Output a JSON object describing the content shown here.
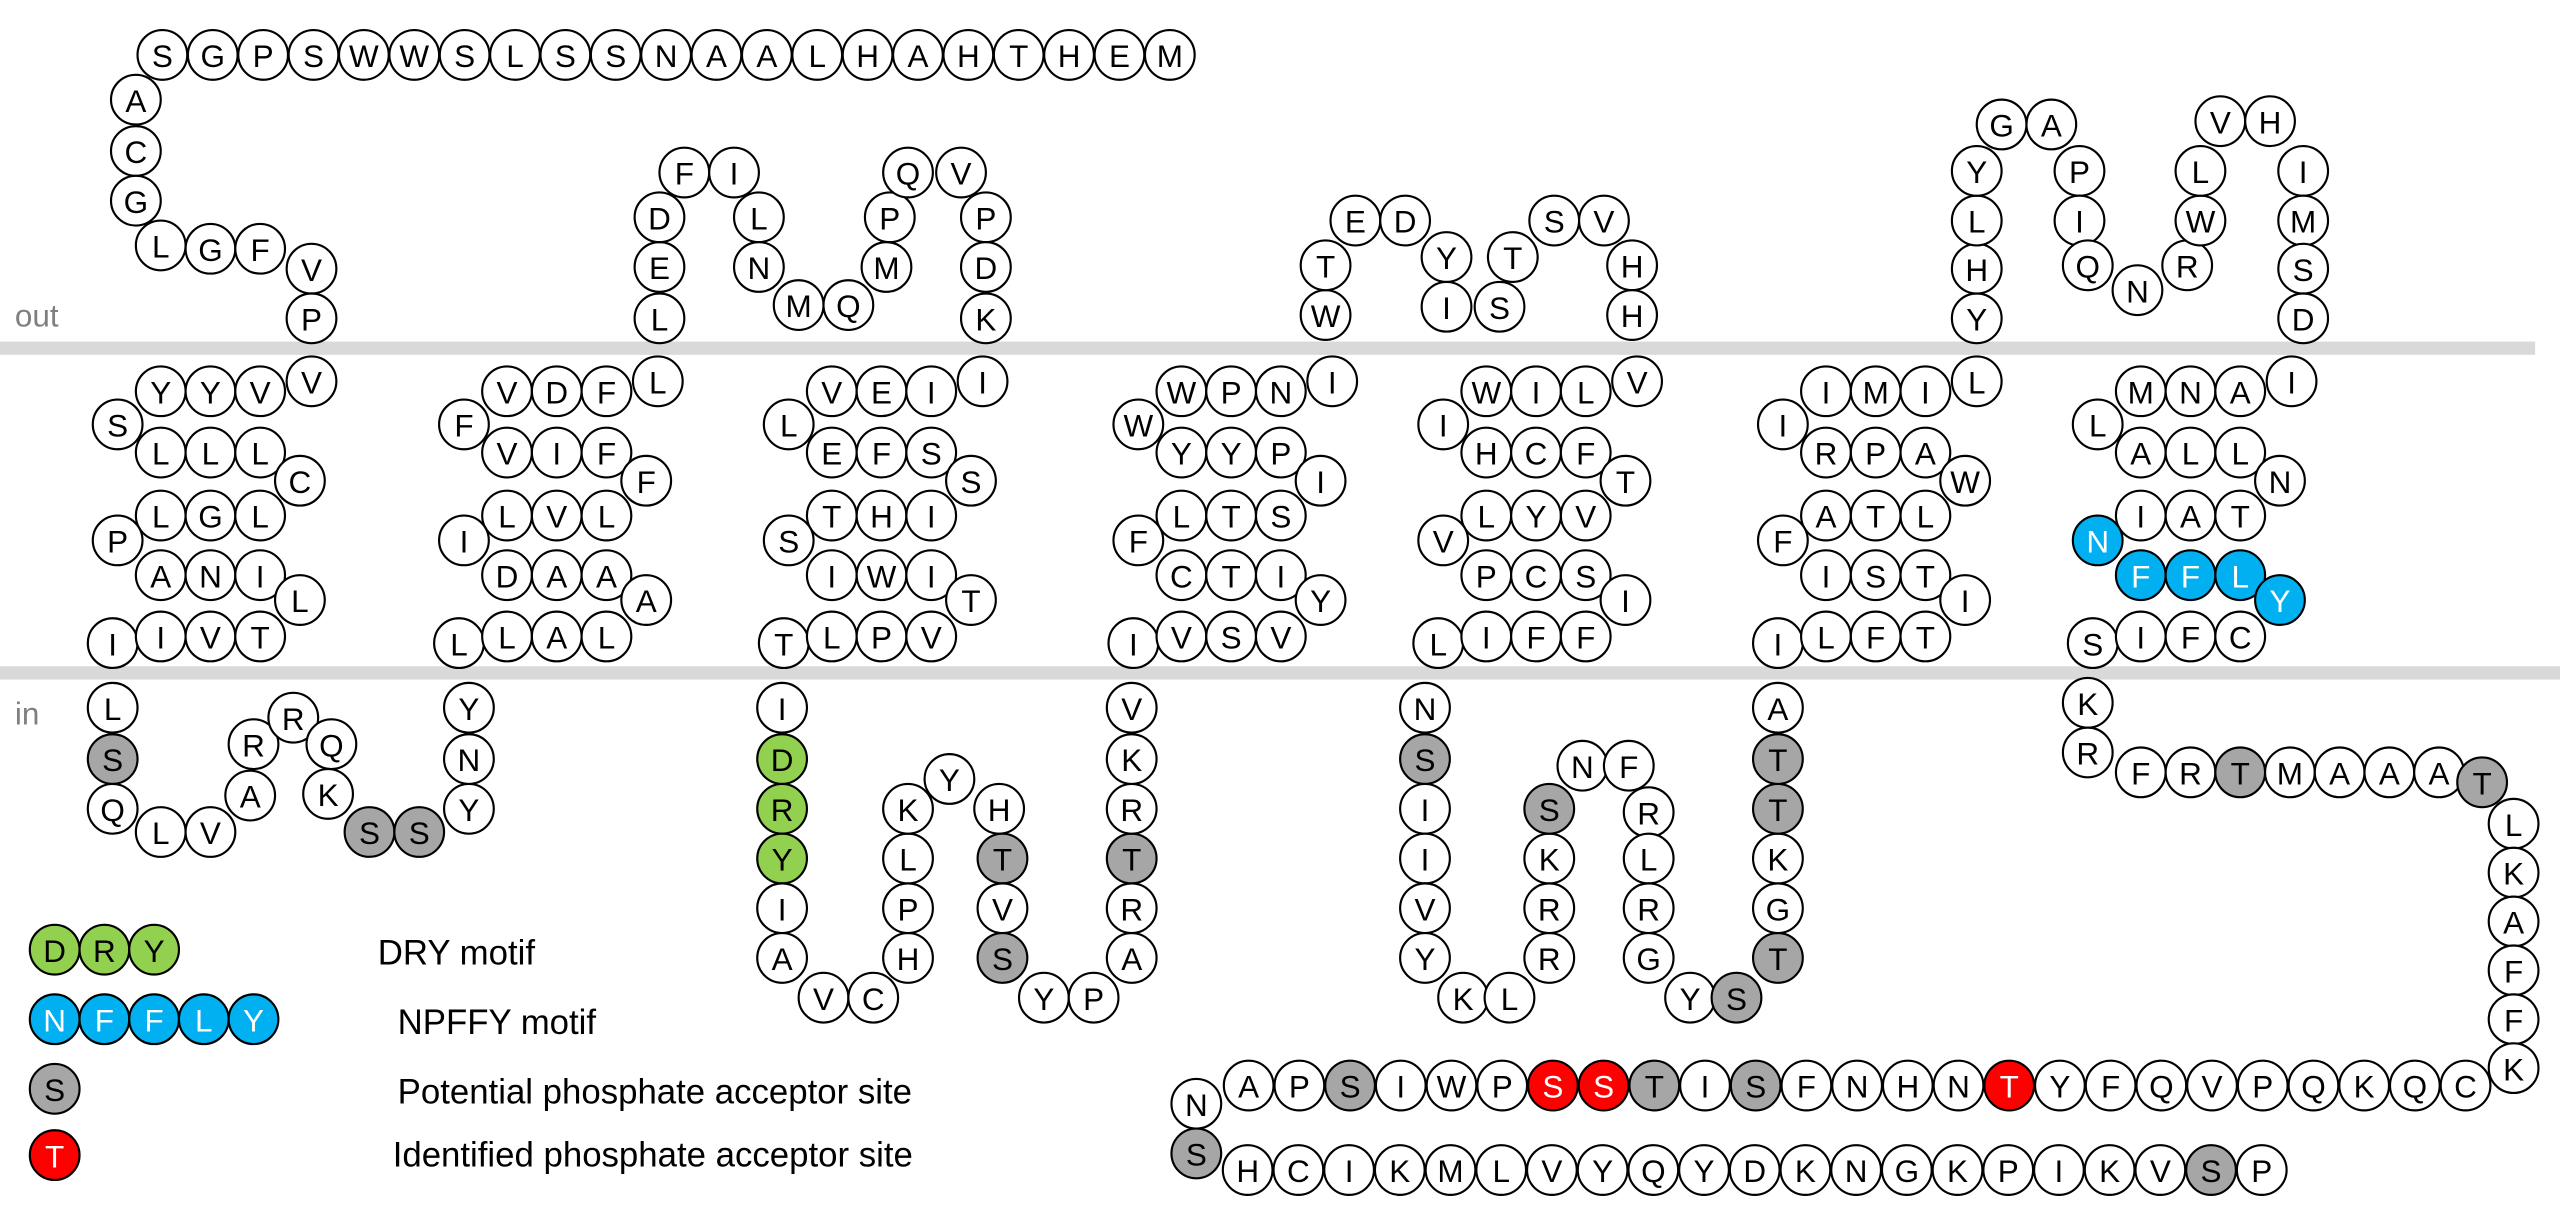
{
  "labels": {
    "out": "out",
    "in": "in"
  },
  "colors": {
    "dry": "#92d050",
    "npxxy": "#00b0f0",
    "potential": "#a6a6a6",
    "identified": "#ff0000",
    "membrane": "#d9d9d9"
  },
  "segments": [
    {
      "name": "n-terminus",
      "seq": "MEHTHAHLAANSSLSWWSPGSACGLGFVP"
    },
    {
      "name": "tm1",
      "seq": "YYVVSLLLCLGLPANILIIVT"
    },
    {
      "name": "icl1",
      "seq": "LSQLVARRQKSSYNY",
      "gray": [
        1,
        10,
        11
      ]
    },
    {
      "name": "tm2",
      "seq": "VDFLFVIFFLVLIDAAALLAL"
    },
    {
      "name": "ecl1",
      "seq": "LEDFILNMQMPQVPDK"
    },
    {
      "name": "tm3",
      "seq": "VEIILEFSSTHISIWITTLPV"
    },
    {
      "name": "icl2",
      "seq": "IDRYIAVCHPLKYHTVSYPARTRKV",
      "green": [
        1,
        2,
        3
      ],
      "gray": [
        14,
        16,
        21
      ]
    },
    {
      "name": "tm4",
      "seq": "WPNIWYYPILTSFCTIYIVSV"
    },
    {
      "name": "ecl2",
      "seq": "WTEDYISTSVHH"
    },
    {
      "name": "tm5",
      "seq": "WILVIHCFTLYVVPCSILIFF"
    },
    {
      "name": "icl3",
      "seq": "NSIIVYKLRRKSNFRLRGYSTGKTTA",
      "gray": [
        1,
        11,
        19,
        20,
        23,
        24
      ]
    },
    {
      "name": "tm6",
      "seq": "IMILIRPAWATLFISTIILFT"
    },
    {
      "name": "ecl3",
      "seq": "YHLYGAPIQNRWLVHIMSD"
    },
    {
      "name": "tm7",
      "seq": "MNAILALLNIATNFFLYSIFC",
      "blue": [
        12,
        13,
        14,
        15,
        16
      ]
    },
    {
      "name": "c-terminus",
      "seq": "KRFRTMAAATLKAFFKCQKQPVQFYTNHNFSITSSPWISPANSHCIKMLVYQYDKNGKPIKVSP",
      "gray": [
        4,
        9,
        30,
        32,
        38,
        42,
        62
      ],
      "red": [
        25,
        33,
        34
      ]
    }
  ],
  "legend": [
    {
      "seq": "DRY",
      "kind": "green",
      "label": "DRY motif"
    },
    {
      "seq": "NFFLY",
      "kind": "blue",
      "label": "NPFFY motif"
    },
    {
      "seq": "S",
      "kind": "gray",
      "label": "Potential phosphate acceptor site"
    },
    {
      "seq": "T",
      "kind": "red",
      "label": "Identified phosphate acceptor site"
    }
  ]
}
